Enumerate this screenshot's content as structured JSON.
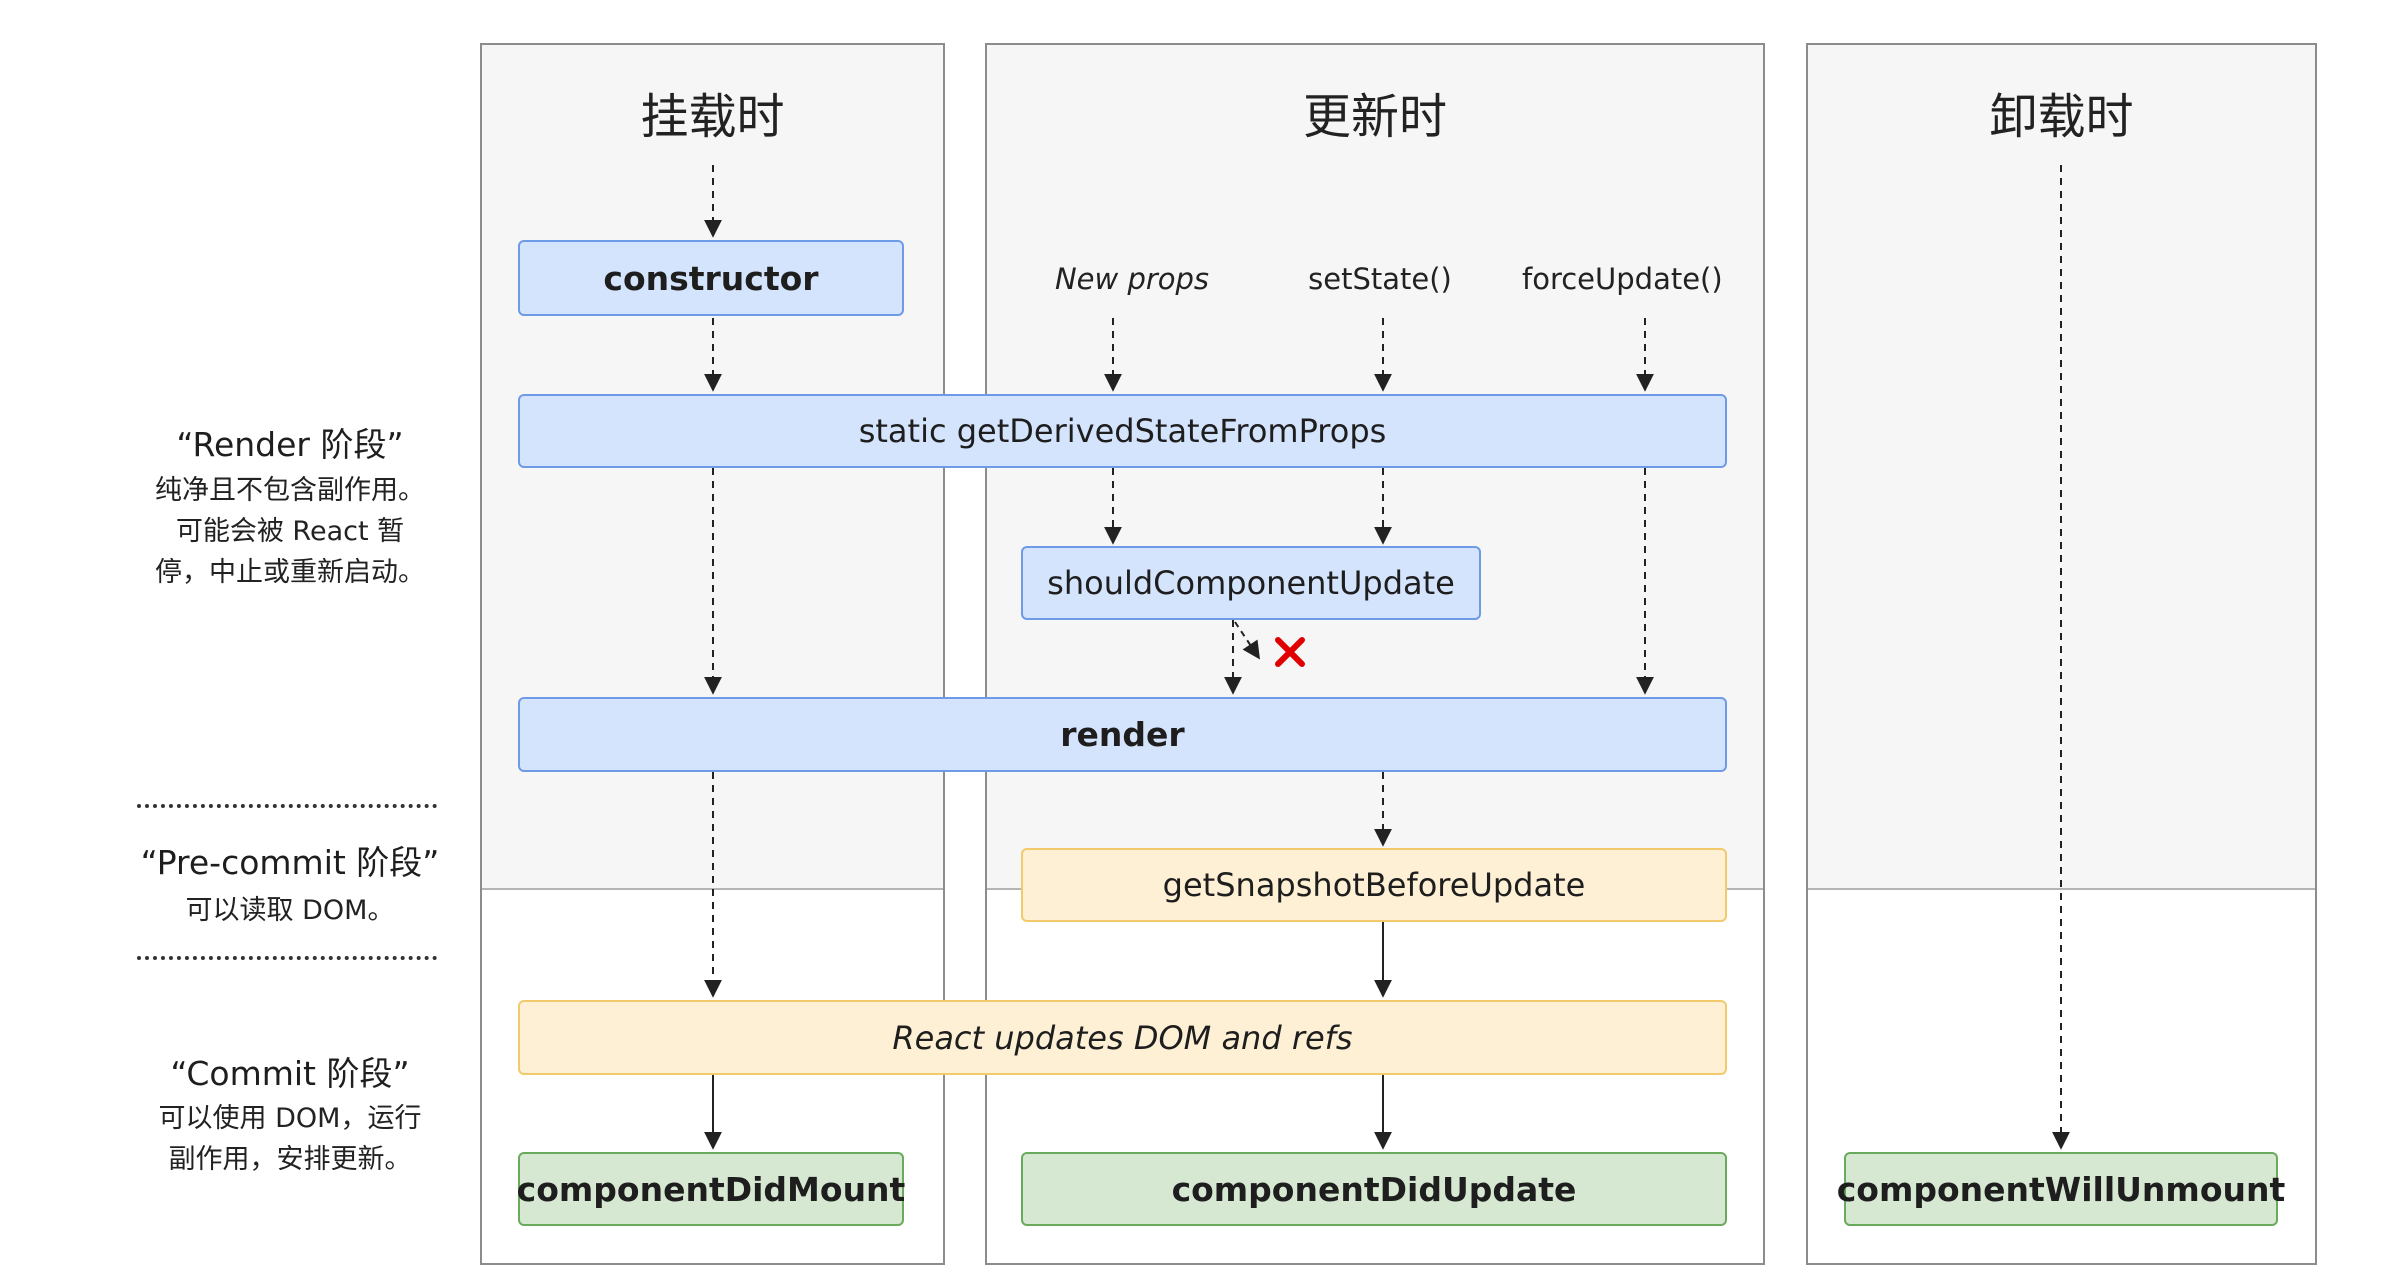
{
  "columns": {
    "mount": {
      "title": "挂载时"
    },
    "update": {
      "title": "更新时"
    },
    "unmount": {
      "title": "卸载时"
    }
  },
  "phases": {
    "render": {
      "title": "“Render 阶段”",
      "desc": [
        "纯净且不包含副作用。",
        "可能会被 React 暂",
        "停，中止或重新启动。"
      ]
    },
    "precommit": {
      "title": "“Pre-commit 阶段”",
      "desc": [
        "可以读取 DOM。"
      ]
    },
    "commit": {
      "title": "“Commit 阶段”",
      "desc": [
        "可以使用 DOM，运行",
        "副作用，安排更新。"
      ]
    }
  },
  "triggers": {
    "new_props": "New props",
    "set_state": "setState()",
    "force_update": "forceUpdate()"
  },
  "methods": {
    "constructor": "constructor",
    "get_derived_state": "static getDerivedStateFromProps",
    "should_update": "shouldComponentUpdate",
    "render": "render",
    "get_snapshot": "getSnapshotBeforeUpdate",
    "dom_update": "React updates DOM and refs",
    "did_mount": "componentDidMount",
    "did_update": "componentDidUpdate",
    "will_unmount": "componentWillUnmount"
  },
  "colors": {
    "render_phase_box": "#d5e4fd",
    "commit_phase_box": "#fdf0d5",
    "lifecycle_end_box": "#d7e8d2",
    "cancel_mark": "#e00000"
  },
  "icons": {
    "cancel": "red-x-icon"
  }
}
